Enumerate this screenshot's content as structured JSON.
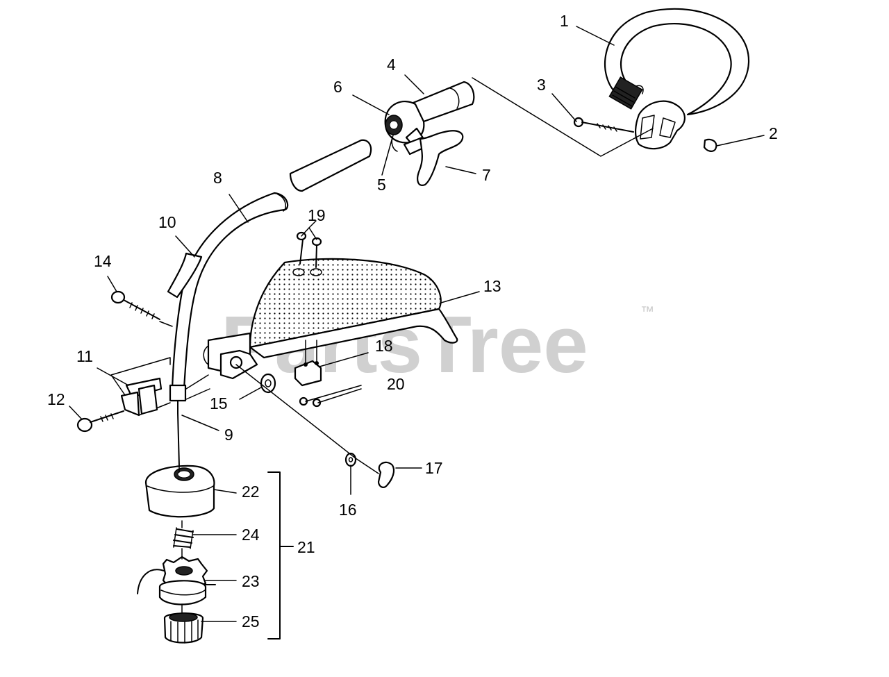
{
  "watermark": {
    "text": "PartsTree",
    "mark": "™"
  },
  "callouts": {
    "c1": "1",
    "c2": "2",
    "c3": "3",
    "c4": "4",
    "c5": "5",
    "c6": "6",
    "c7": "7",
    "c8": "8",
    "c9": "9",
    "c10": "10",
    "c11": "11",
    "c12": "12",
    "c13": "13",
    "c14": "14",
    "c15": "15",
    "c16": "16",
    "c17": "17",
    "c18": "18",
    "c19": "19",
    "c20": "20",
    "c21": "21",
    "c22": "22",
    "c23": "23",
    "c24": "24",
    "c25": "25"
  }
}
